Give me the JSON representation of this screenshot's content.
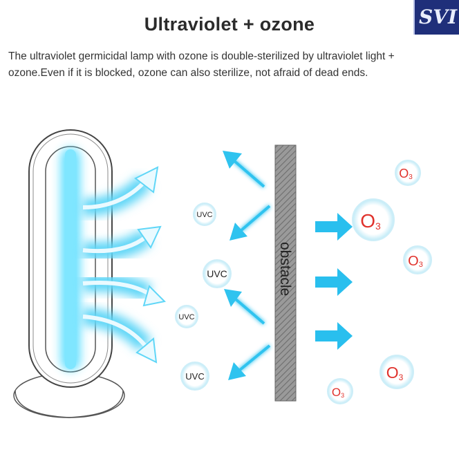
{
  "header": {
    "title": "Ultraviolet + ozone",
    "logo_text": "SVI"
  },
  "description": {
    "line1": "The ultraviolet germicidal lamp with ozone is double-sterilized by ultraviolet light +",
    "line2": "ozone.Even if it is blocked, ozone can also sterilize, not afraid of dead ends."
  },
  "diagram": {
    "obstacle_label": "obstacle",
    "uvc_labels": [
      "UVC",
      "UVC",
      "UVC",
      "UVC"
    ],
    "ozone_base": "O",
    "ozone_sub": "3",
    "colors": {
      "uv_cyan": "#18c8f0",
      "ozone_red": "#e0312b",
      "obstacle_gray": "#8f8f8f",
      "logo_navy": "#1f2f7a"
    }
  }
}
